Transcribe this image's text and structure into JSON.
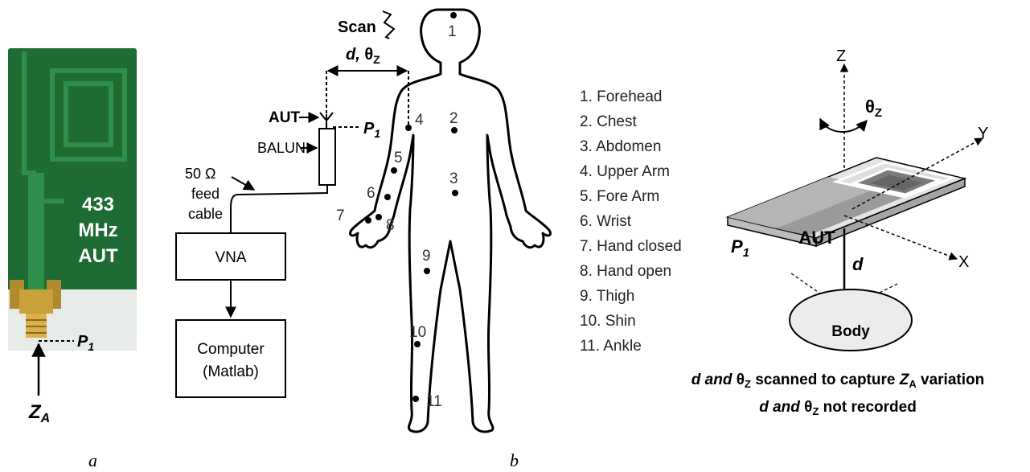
{
  "panel_a": {
    "board_label_line1": "433",
    "board_label_line2": "MHz",
    "board_label_line3": "AUT",
    "port_label": "P",
    "port_sub": "1",
    "impedance_label": "Z",
    "impedance_sub": "A",
    "caption": "a",
    "colors": {
      "pcb": "#1f6b34",
      "pcb_dark": "#12481f",
      "trace": "#2f8f4a",
      "connector": "#c9a13a"
    }
  },
  "panel_b": {
    "caption": "b",
    "scan_label": "Scan",
    "scan_params_d": "d,",
    "scan_params_theta": "θ",
    "scan_params_theta_sub": "Z",
    "aut_label": "AUT",
    "balun_label": "BALUN",
    "port_label": "P",
    "port_sub": "1",
    "cable_line1": "50 Ω",
    "cable_line2": "feed",
    "cable_line3": "cable",
    "vna_label": "VNA",
    "computer_line1": "Computer",
    "computer_line2": "(Matlab)",
    "body_point_numbers": [
      "1",
      "2",
      "3",
      "4",
      "5",
      "6",
      "7",
      "8",
      "9",
      "10",
      "11"
    ],
    "locations": [
      "1. Forehead",
      "2. Chest",
      "3. Abdomen",
      "4. Upper Arm",
      "5. Fore Arm",
      "6. Wrist",
      "7. Hand closed",
      "8. Hand open",
      "9. Thigh",
      "10. Shin",
      "11. Ankle"
    ]
  },
  "panel_c": {
    "axis_z": "Z",
    "axis_y": "Y",
    "axis_x": "X",
    "theta": "θ",
    "theta_sub": "Z",
    "aut_label": "AUT",
    "port_label": "P",
    "port_sub": "1",
    "distance_label": "d",
    "body_label": "Body",
    "note1_part1": "d and",
    "note1_part2": " θ",
    "note1_sub1": "Z",
    "note1_part3": " scanned to capture ",
    "note1_part4": "Z",
    "note1_sub2": "A",
    "note1_part5": " variation",
    "note2_part1": "d and",
    "note2_part2": " θ",
    "note2_sub": "Z",
    "note2_part3": " not recorded",
    "colors": {
      "board_top": "#c9c9c9",
      "board_dark": "#8a8a8a",
      "body_fill": "#ececec"
    }
  }
}
